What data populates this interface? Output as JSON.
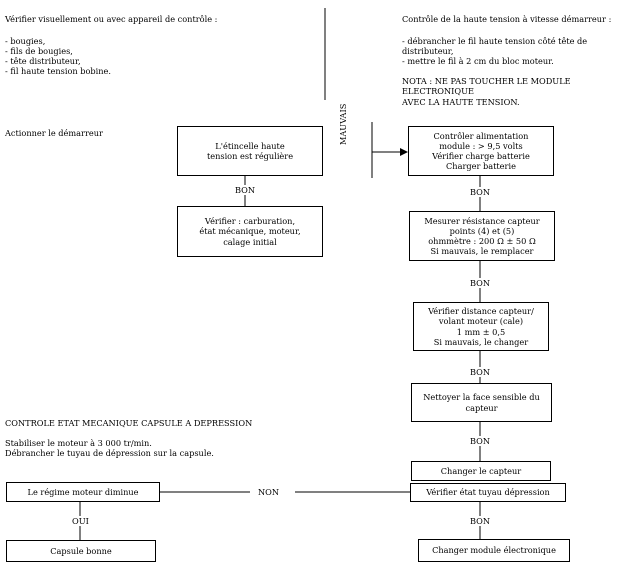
{
  "top_left": {
    "heading": "Vérifier visuellement ou avec appareil de contrôle :",
    "items": [
      "- bougies,",
      "- fils de bougies,",
      "- tête distributeur,",
      "- fil haute tension bobine."
    ]
  },
  "top_right": {
    "heading": "Contrôle de la haute tension à vitesse démarreur :",
    "items": [
      "- débrancher le fil haute tension côté tête de\n   distributeur,",
      "- mettre le fil à 2 cm du bloc moteur."
    ],
    "note": "NOTA : NE PAS TOUCHER LE MODULE ELECTRONIQUE\nAVEC LA HAUTE TENSION."
  },
  "left_flow": {
    "start_label": "Actionner le démarreur",
    "box1": "L'étincelle haute\ntension est régulière",
    "bon": "BON",
    "box2": "Vérifier : carburation,\nétat mécanique, moteur,\ncalage initial",
    "mauvais": "MAUVAIS"
  },
  "right_flow": {
    "box1": "Contrôler alimentation\nmodule : > 9,5 volts\nVérifier charge batterie\nCharger batterie",
    "bon1": "BON",
    "box2": "Mesurer résistance capteur\npoints (4) et (5)\nohmmètre : 200 Ω ± 50 Ω\nSi mauvais, le remplacer",
    "bon2": "BON",
    "box3": "Vérifier distance capteur/\nvolant moteur (cale)\n1 mm ±  0,5\nSi mauvais, le changer",
    "bon3": "BON",
    "box4": "Nettoyer la face sensible du\ncapteur",
    "bon4": "BON",
    "box5": "Changer le capteur",
    "box6": "Vérifier état tuyau dépression",
    "bon5": "BON",
    "box7": "Changer module électronique"
  },
  "capsule": {
    "title": "CONTROLE ETAT MECANIQUE CAPSULE A DEPRESSION",
    "instructions": "Stabiliser le moteur à 3 000 tr/min.\nDébrancher le tuyau de dépression sur la capsule.",
    "box1": "Le régime moteur diminue",
    "non": "NON",
    "oui": "OUI",
    "box2": "Capsule bonne"
  }
}
